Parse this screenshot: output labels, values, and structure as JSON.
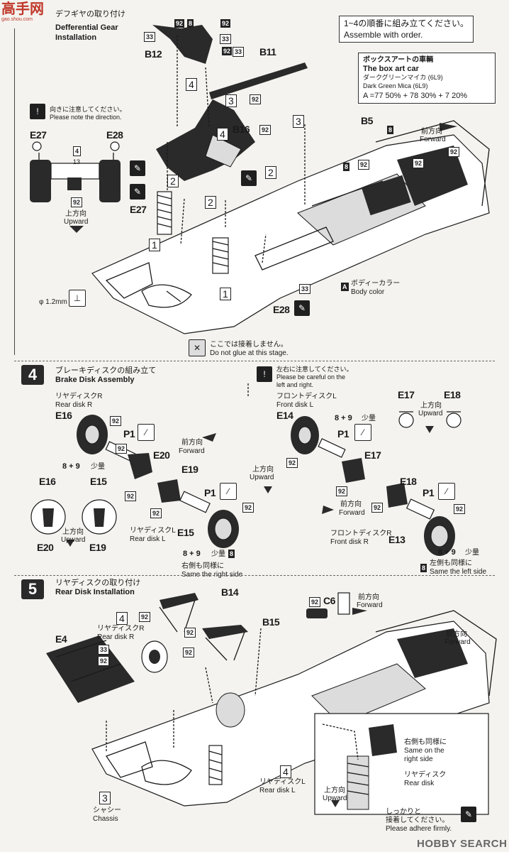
{
  "header": {
    "logo_text": "高手网",
    "logo_sub": "gao.shou.com",
    "step_jp": "デフギヤの取り付け",
    "step_en1": "Defferential Gear",
    "step_en2": "Installation"
  },
  "order_box": {
    "jp": "1~4の順番に組み立てください。",
    "en": "Assemble with order."
  },
  "box_art": {
    "title_jp": "ボックスアートの車輌",
    "title_en": "The box art car",
    "color_jp": "ダークグリーンマイカ (6L9)",
    "color_en": "Dark Green Mica (6L9)",
    "formula": "A =77 50% + 78 30% + 7 20%"
  },
  "step3": {
    "note_direction_jp": "向きに注意してください。",
    "note_direction_en": "Please note the direction.",
    "upward_jp": "上方向",
    "upward_en": "Upward",
    "forward_jp": "前方向",
    "forward_en": "Forward",
    "body_color_jp": "ボディーカラー",
    "body_color_en": "Body color",
    "no_glue_jp": "ここでは接着しません。",
    "no_glue_en": "Do not glue at this stage.",
    "dia": "φ 1.2mm",
    "parts": {
      "e27": "E27",
      "e28": "E28",
      "b12": "B12",
      "b11": "B11",
      "b16": "B16",
      "b5": "B5",
      "e27b": "E27",
      "e28b": "E28"
    },
    "nums": {
      "n33a": "33",
      "n92a": "92",
      "n8a": "8",
      "n92b": "92",
      "n33b": "33",
      "n92c": "92",
      "n33c": "33",
      "n92d": "92",
      "n92e": "92",
      "n8b": "8",
      "n92f": "92",
      "n8c": "8",
      "n92g": "92",
      "n92h": "92",
      "n33d": "33",
      "n4": "4",
      "n13": "13",
      "n92i": "92"
    },
    "order_marks": [
      "4",
      "3",
      "4",
      "2",
      "2",
      "1",
      "1",
      "3",
      "2"
    ]
  },
  "step4": {
    "num": "4",
    "title_jp": "ブレーキディスクの組み立て",
    "title_en": "Brake Disk Assembly",
    "rear_r_jp": "リヤディスクR",
    "rear_r_en": "Rear disk R",
    "rear_l_jp": "リヤディスクL",
    "rear_l_en": "Rear disk L",
    "front_l_jp": "フロントディスクL",
    "front_l_en": "Front disk L",
    "front_r_jp": "フロントディスクR",
    "front_r_en": "Front disk R",
    "careful_jp": "左右に注意してください。",
    "careful_en1": "Please be careful on the",
    "careful_en2": "left and right.",
    "small": "少量",
    "same_right_jp": "右側も同様に",
    "same_right_en": "Same the right side",
    "same_left_jp": "左側も同様に",
    "same_left_en": "Same the left side",
    "forward_jp": "前方向",
    "forward_en": "Forward",
    "upward_jp": "上方向",
    "upward_en": "Upward",
    "parts": {
      "e16": "E16",
      "p1a": "P1",
      "e20": "E20",
      "e19": "E19",
      "p1b": "P1",
      "e15": "E15",
      "e14": "E14",
      "p1c": "P1",
      "e17": "E17",
      "e18": "E18",
      "p1d": "P1",
      "e13": "E13",
      "e17b": "E17",
      "e18b": "E18",
      "e16b": "E16",
      "e15b": "E15",
      "e20b": "E20",
      "e19b": "E19"
    },
    "combo": "8 + 9"
  },
  "step5": {
    "num": "5",
    "title_jp": "リヤディスクの取り付け",
    "title_en": "Rear Disk Installation",
    "rear_r_jp": "リヤディスクR",
    "rear_r_en": "Rear disk R",
    "rear_l_jp": "リヤディスクL",
    "rear_l_en": "Rear disk L",
    "chassis_jp": "シャシー",
    "chassis_en": "Chassis",
    "forward_jp": "前方向",
    "forward_en": "Forward",
    "upward_jp": "上方向",
    "upward_en": "Upward",
    "same_right_jp1": "右側も同様に",
    "same_right_en1": "Same on the",
    "same_right_en2": "right side",
    "rear_disk_jp": "リヤディスク",
    "rear_disk_en": "Rear disk",
    "adhere_jp1": "しっかりと",
    "adhere_jp2": "接着してください。",
    "adhere_en": "Please adhere firmly.",
    "parts": {
      "b14": "B14",
      "b15": "B15",
      "c6": "C6",
      "e4": "E4"
    },
    "box4a": "4",
    "box4b": "4",
    "box3": "3"
  },
  "footer": {
    "watermark": "HOBBY SEARCH"
  }
}
